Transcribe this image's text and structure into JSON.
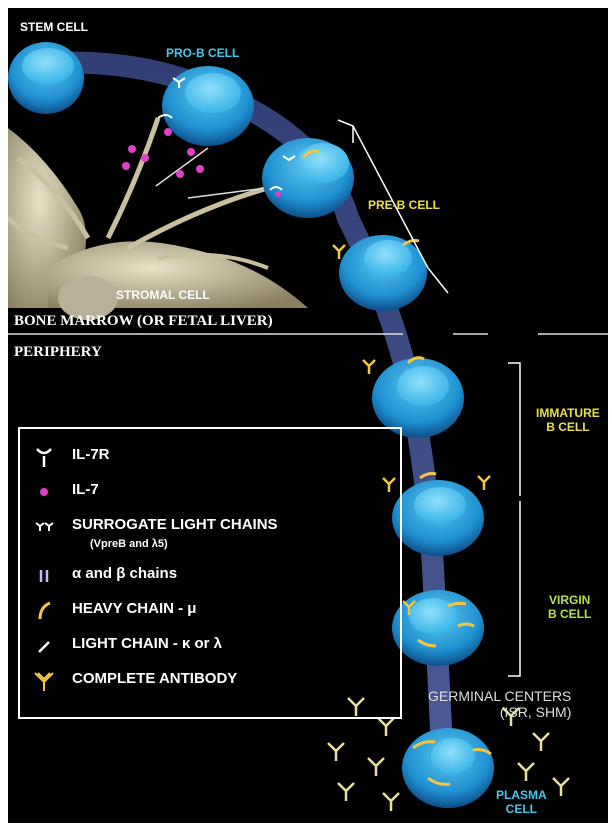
{
  "regions": {
    "bone_marrow": "BONE MARROW (OR FETAL LIVER)",
    "periphery": "PERIPHERY"
  },
  "cells": {
    "stem": "STEM CELL",
    "pro_b": "PRO-B CELL",
    "pre_b": "PRE-B CELL",
    "stromal": "STROMAL CELL",
    "immature_line1": "IMMATURE",
    "immature_line2": "B CELL",
    "virgin_line1": "VIRGIN",
    "virgin_line2": "B CELL",
    "plasma_line1": "PLASMA",
    "plasma_line2": "CELL"
  },
  "germinal": {
    "line1": "GERMINAL CENTERS",
    "line2": "(ISR, SHM)"
  },
  "legend": {
    "il7r": "IL-7R",
    "il7": "IL-7",
    "surrogate": "SURROGATE LIGHT CHAINS",
    "surrogate_sub": "(VpreB and λ5)",
    "alpha_beta": "α and β chains",
    "heavy": "HEAVY CHAIN - μ",
    "light": "LIGHT CHAIN - κ or λ",
    "complete": "COMPLETE ANTIBODY"
  },
  "colors": {
    "cell_blue": "#2aa6e0",
    "nucleus": "#6fd0f2",
    "heavy_chain": "#f2c640",
    "il7": "#e040c8",
    "background": "#000000"
  }
}
